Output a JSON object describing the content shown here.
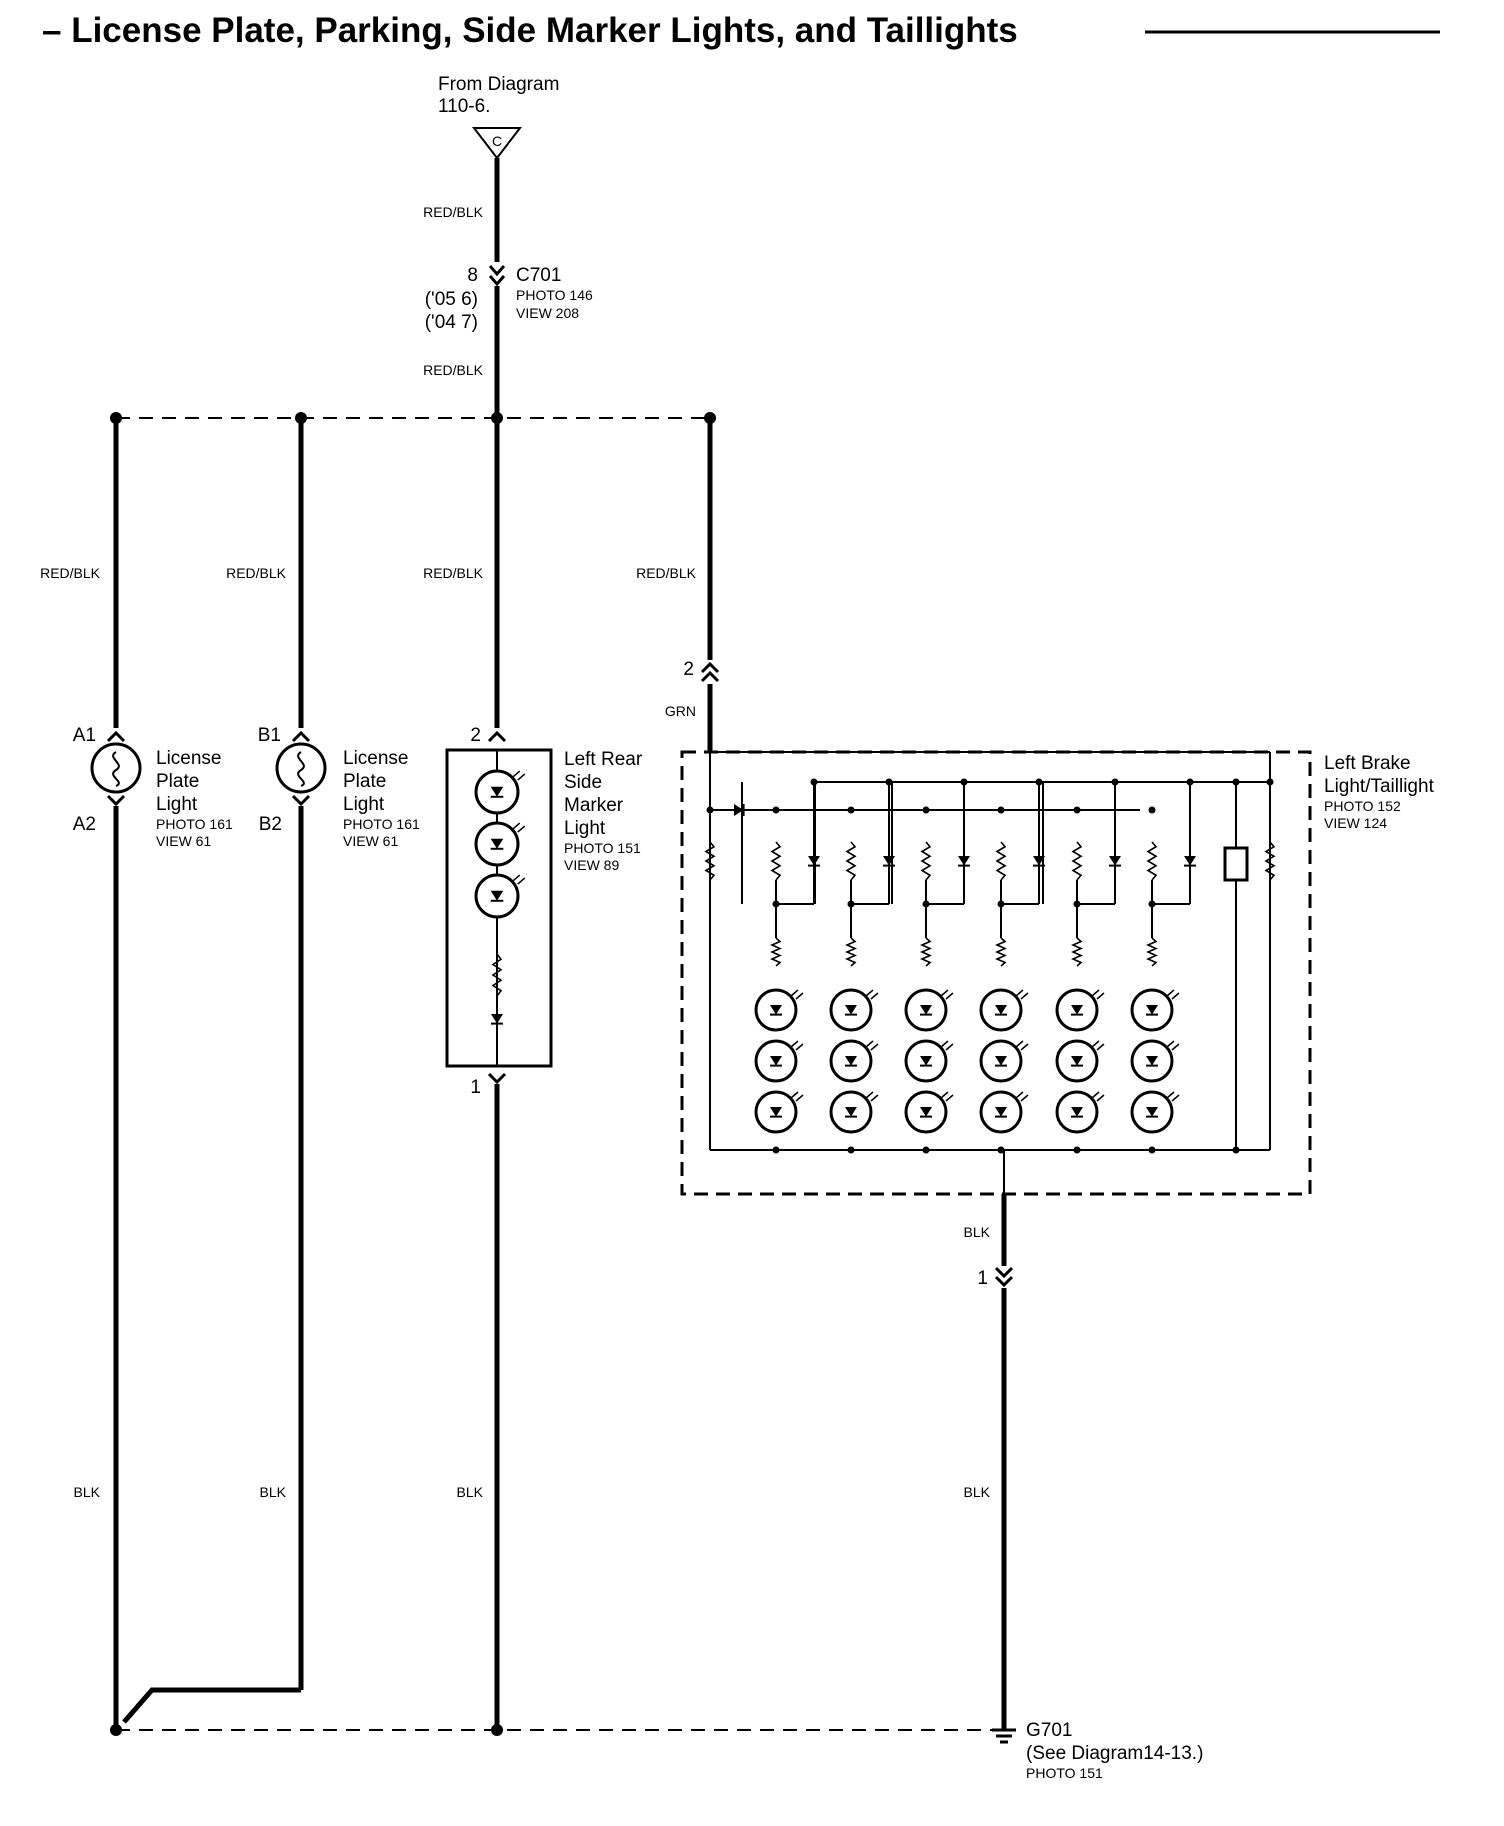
{
  "title": "– License Plate, Parking, Side Marker Lights, and Taillights",
  "source": {
    "line1": "From Diagram",
    "line2": "110-6.",
    "connector": "C"
  },
  "c701": {
    "name": "C701",
    "photo": "PHOTO 146",
    "view": "VIEW 208",
    "pin_main": "8",
    "pin_05": "('05 6)",
    "pin_04": "('04 7)"
  },
  "wires": {
    "red_blk": "RED/BLK",
    "blk": "BLK",
    "grn": "GRN"
  },
  "license_plate_1": {
    "pin_top": "A1",
    "pin_bottom": "A2",
    "name_line1": "License",
    "name_line2": "Plate",
    "name_line3": "Light",
    "photo": "PHOTO 161",
    "view": "VIEW 61"
  },
  "license_plate_2": {
    "pin_top": "B1",
    "pin_bottom": "B2",
    "name_line1": "License",
    "name_line2": "Plate",
    "name_line3": "Light",
    "photo": "PHOTO 161",
    "view": "VIEW 61"
  },
  "side_marker": {
    "pin_top": "2",
    "pin_bottom": "1",
    "name_line1": "Left Rear",
    "name_line2": "Side",
    "name_line3": "Marker",
    "name_line4": "Light",
    "photo": "PHOTO 151",
    "view": "VIEW 89"
  },
  "brake_light": {
    "pin_top": "2",
    "pin_bottom": "1",
    "name_line1": "Left Brake",
    "name_line2": "Light/Taillight",
    "photo": "PHOTO 152",
    "view": "VIEW 124"
  },
  "ground": {
    "name": "G701",
    "note": "(See Diagram14-13.)",
    "photo": "PHOTO 151"
  }
}
